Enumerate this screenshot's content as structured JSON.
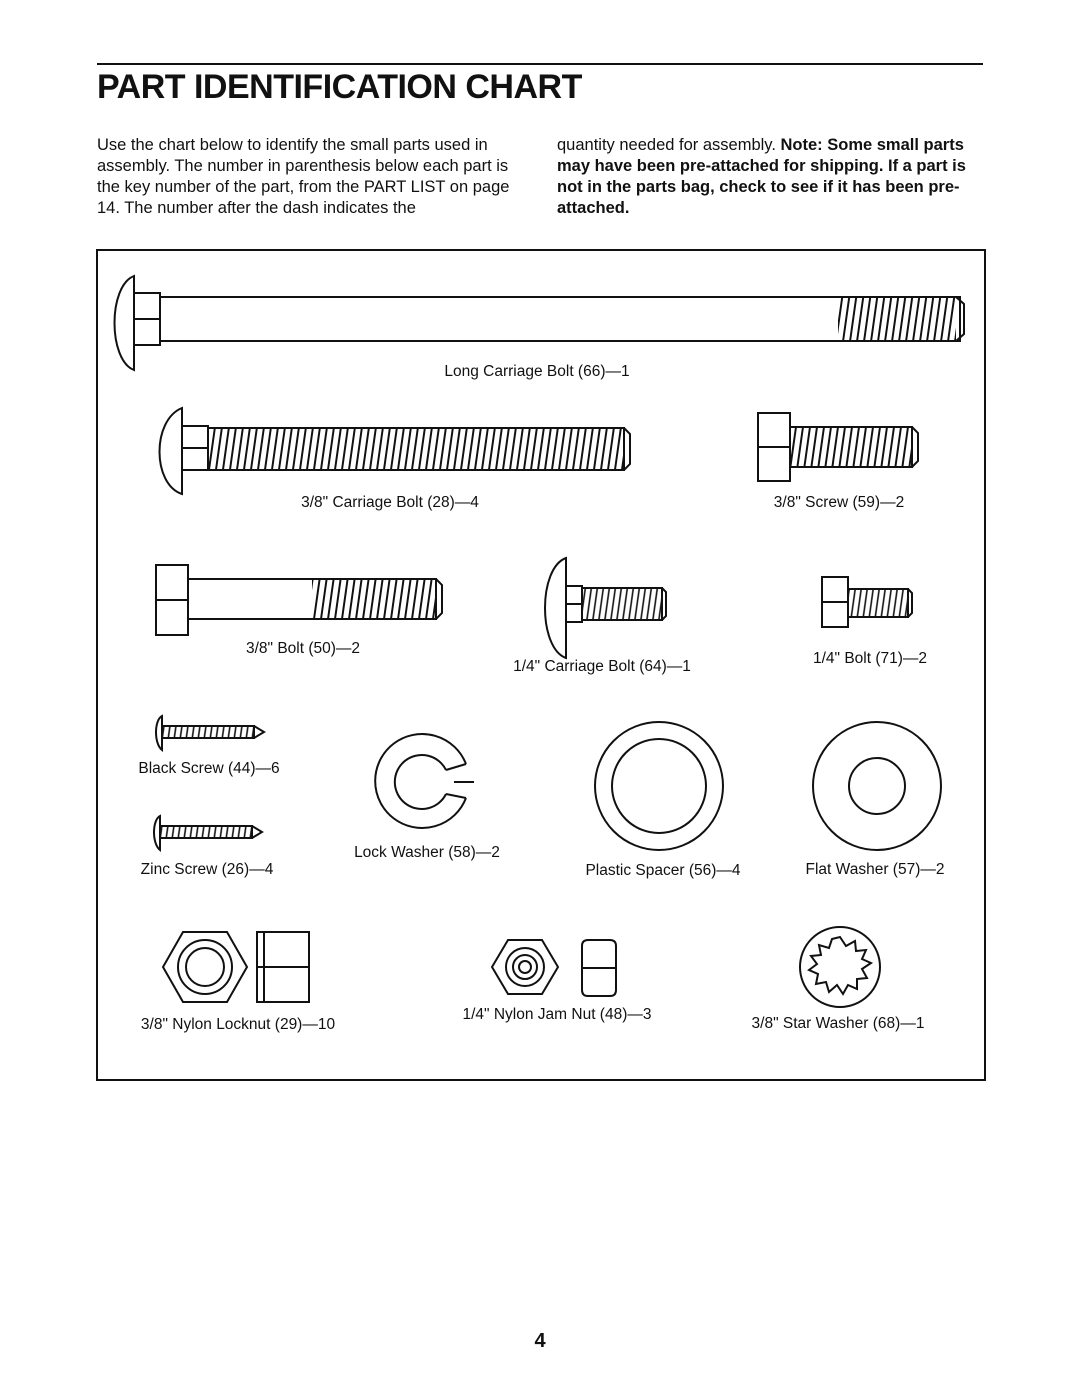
{
  "title": "PART IDENTIFICATION CHART",
  "intro": {
    "left": "Use the chart below to identify the small parts used in assembly. The number in parenthesis below each part is the key number of the part, from the PART LIST on page 14. The number after the dash indicates the",
    "right_plain": "quantity needed for assembly. ",
    "right_bold": "Note: Some small parts may have been pre-attached for shipping. If a part is not in the parts bag, check to see if it has been pre-attached."
  },
  "parts": {
    "long_carriage_bolt": "Long Carriage Bolt (66)—1",
    "carriage_bolt_38": "3/8\" Carriage Bolt (28)—4",
    "screw_38": "3/8\" Screw (59)—2",
    "bolt_38": "3/8\" Bolt (50)—2",
    "carriage_bolt_14": "1/4\" Carriage Bolt (64)—1",
    "bolt_14": "1/4\" Bolt (71)—2",
    "black_screw": "Black Screw (44)—6",
    "zinc_screw": "Zinc Screw (26)—4",
    "lock_washer": "Lock Washer (58)—2",
    "plastic_spacer": "Plastic Spacer (56)—4",
    "flat_washer": "Flat Washer (57)—2",
    "nylon_locknut": "3/8\" Nylon Locknut (29)—10",
    "nylon_jam_nut": "1/4\" Nylon Jam Nut (48)—3",
    "star_washer": "3/8\" Star Washer (68)—1"
  },
  "page_number": "4"
}
